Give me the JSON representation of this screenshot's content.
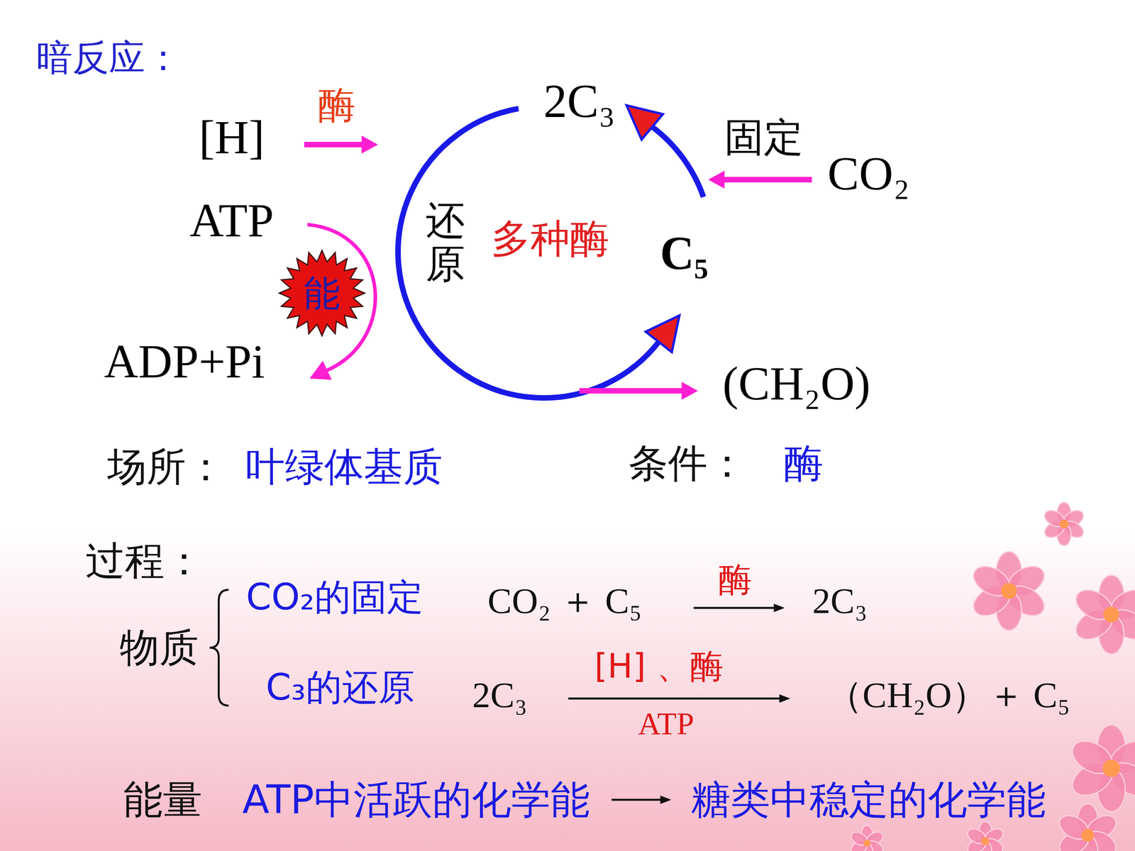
{
  "diagram": {
    "title": "暗反应：",
    "nodes": [
      {
        "text": [
          "能"
        ]
      }
    ],
    "labels": [
      "酶",
      "[H]",
      "2C₃",
      "固定",
      "CO₂",
      "ATP",
      "还原",
      "多种酶",
      "C₅",
      "ADP+Pi",
      "(CH₂O)",
      "场所：",
      "叶绿体基质",
      "条件：",
      "酶",
      "过程：",
      "物质",
      "CO₂的固定",
      "CO₂ ＋ C₅",
      "酶",
      "2C₃",
      "C₃的还原",
      "2C₃",
      "[H] 、酶",
      "ATP",
      "（CH₂O）＋ C₅",
      "能量",
      "ATP中活跃的化学能",
      "糖类中稳定的化学能"
    ]
  }
}
